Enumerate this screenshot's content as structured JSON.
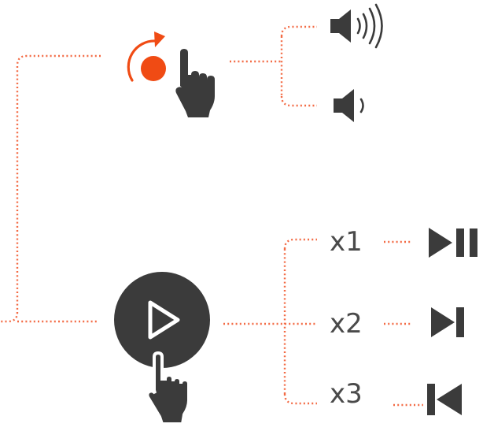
{
  "colors": {
    "accent": "#f36b45",
    "touch_dot": "#f04b14",
    "icon": "#3b3b3b",
    "play_button": "#3b3b3b",
    "play_triangle": "#ffffff"
  },
  "gestures": {
    "rotate": {
      "icon": "rotate-touch-hand-icon",
      "outcomes": [
        {
          "icon": "volume-up-icon"
        },
        {
          "icon": "volume-down-icon"
        }
      ]
    },
    "press": {
      "icon": "play-button-touch-hand-icon",
      "outcomes": [
        {
          "label": "x1",
          "icon": "play-pause-icon"
        },
        {
          "label": "x2",
          "icon": "next-track-icon"
        },
        {
          "label": "x3",
          "icon": "previous-track-icon"
        }
      ]
    }
  }
}
